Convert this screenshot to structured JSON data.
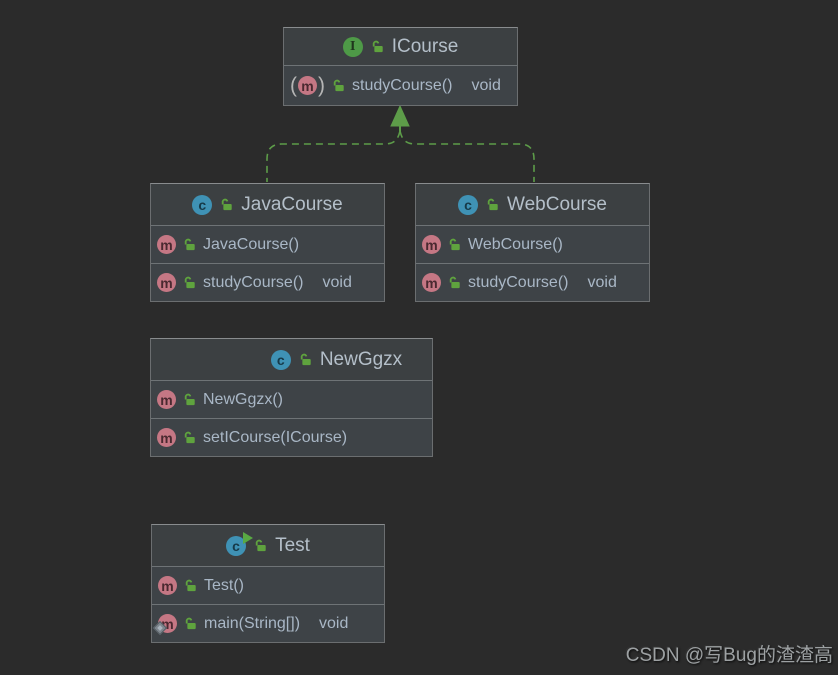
{
  "diagram": {
    "type": "uml-class-diagram",
    "background": "#2b2b2b",
    "accent_green": "#5d9c49",
    "watermark": "CSDN @写Bug的渣渣高"
  },
  "icons": {
    "interface_glyph": "I",
    "class_glyph": "c",
    "method_glyph": "m",
    "lock_meaning": "public-open-lock",
    "interface_color": "#4e9a47",
    "class_color": "#3f92b5",
    "method_color": "#c57784",
    "lock_color": "#5fa33e"
  },
  "relations": [
    {
      "type": "realization",
      "from": "JavaCourse",
      "to": "ICourse"
    },
    {
      "type": "realization",
      "from": "WebCourse",
      "to": "ICourse"
    }
  ],
  "classes": [
    {
      "name": "ICourse",
      "stereotype": "interface",
      "methods": [
        {
          "label": "studyCourse()",
          "returns": "void",
          "abstract": true
        }
      ]
    },
    {
      "name": "JavaCourse",
      "stereotype": "class",
      "methods": [
        {
          "label": "JavaCourse()",
          "returns": ""
        },
        {
          "label": "studyCourse()",
          "returns": "void"
        }
      ]
    },
    {
      "name": "WebCourse",
      "stereotype": "class",
      "methods": [
        {
          "label": "WebCourse()",
          "returns": ""
        },
        {
          "label": "studyCourse()",
          "returns": "void"
        }
      ]
    },
    {
      "name": "NewGgzx",
      "stereotype": "class",
      "methods": [
        {
          "label": "NewGgzx()",
          "returns": ""
        },
        {
          "label": "setICourse(ICourse)",
          "returns": ""
        }
      ]
    },
    {
      "name": "Test",
      "stereotype": "runnable-class",
      "methods": [
        {
          "label": "Test()",
          "returns": ""
        },
        {
          "label": "main(String[])",
          "returns": "void"
        }
      ]
    }
  ]
}
